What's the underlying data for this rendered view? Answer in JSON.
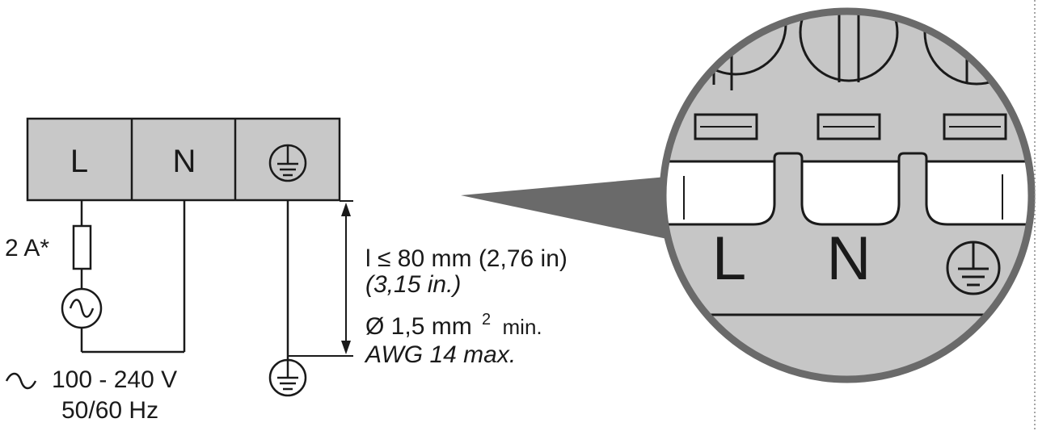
{
  "terminal_block": {
    "terminals": [
      "L",
      "N"
    ],
    "ground_symbol": "earth-ground-icon"
  },
  "wiring": {
    "fuse_rating": "2 A*",
    "source_symbol": "ac-source-icon",
    "supply_voltage": "100 - 240 V",
    "supply_frequency": "50/60 Hz",
    "supply_symbol": "ac-tilde-icon"
  },
  "dimensions": {
    "strip_length": "l ≤ 80 mm (2,76 in)",
    "strip_length_alt": "(3,15 in.)",
    "wire_section_main": "Ø 1,5 mm",
    "wire_section_sup": "2",
    "wire_section_suffix": "min.",
    "awg": "AWG 14 max."
  },
  "detail_view": {
    "terminals": [
      "L",
      "N"
    ],
    "ground_symbol": "earth-ground-icon"
  },
  "colors": {
    "terminal_fill": "#c8c8c8",
    "detail_fill": "#c6c6c6",
    "line": "#1a1a1a",
    "rim": "#6a6a6a"
  }
}
